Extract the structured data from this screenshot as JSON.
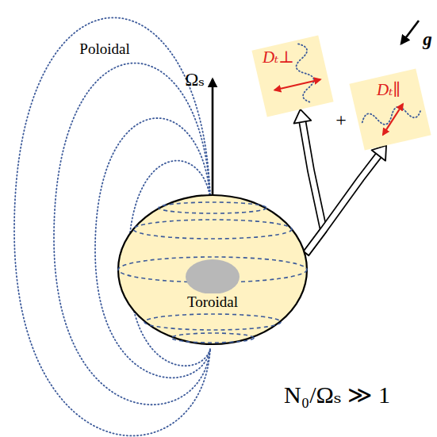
{
  "diagram": {
    "nodes": [
      {
        "text": [
          "Dₜ⊥"
        ]
      },
      {
        "text": [
          "Dₜ∥"
        ]
      },
      {
        "text": [
          "Toroidal"
        ]
      }
    ],
    "edges": [
      {
        "from": 2,
        "to": 0,
        "arrow": "to"
      },
      {
        "from": 2,
        "to": 1,
        "arrow": "to"
      }
    ],
    "labels": [
      "Poloidal",
      "Ωₛ",
      "+",
      "g",
      "N₀/Ωₛ ≫ 1"
    ]
  }
}
